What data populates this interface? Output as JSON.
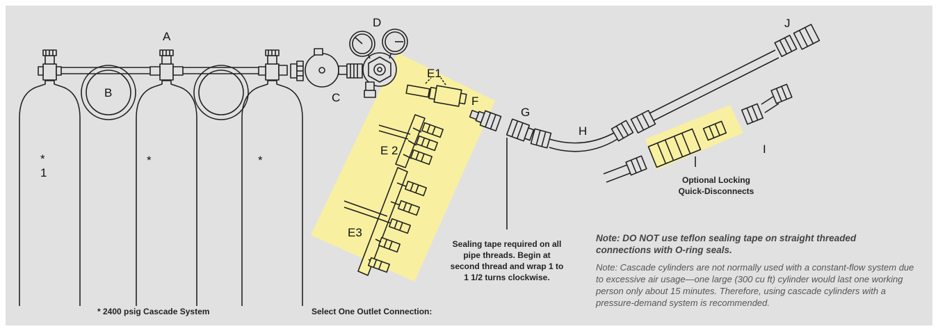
{
  "labels": {
    "A": "A",
    "B": "B",
    "C": "C",
    "D": "D",
    "E1": "E1",
    "E2": "E 2",
    "E3": "E3",
    "F": "F",
    "G": "G",
    "H": "H",
    "I": "I",
    "J": "J",
    "star": "*",
    "one": "1"
  },
  "captions": {
    "cascade": "* 2400 psig Cascade System",
    "outlet": "Select One Outlet Connection:",
    "sealing": "Sealing tape required on all pipe threads. Begin at second thread and wrap 1 to 1 1/2 turns clockwise.",
    "locking_line1": "Optional Locking",
    "locking_line2": "Quick-Disconnects"
  },
  "notes": {
    "note_bold": "Note: DO NOT use teflon sealing tape on straight threaded connections with O-ring seals.",
    "note_regular": "Note: Cascade cylinders are not normally used with a constant-flow system due to excessive air usage—one large (300 cu ft) cylinder would last one working person only about 15 minutes. Therefore, using cascade cylinders with a pressure-demand system is recommended."
  },
  "colors": {
    "background": "#e1e1e1",
    "highlight": "#f8f0a0",
    "line": "#222222"
  }
}
